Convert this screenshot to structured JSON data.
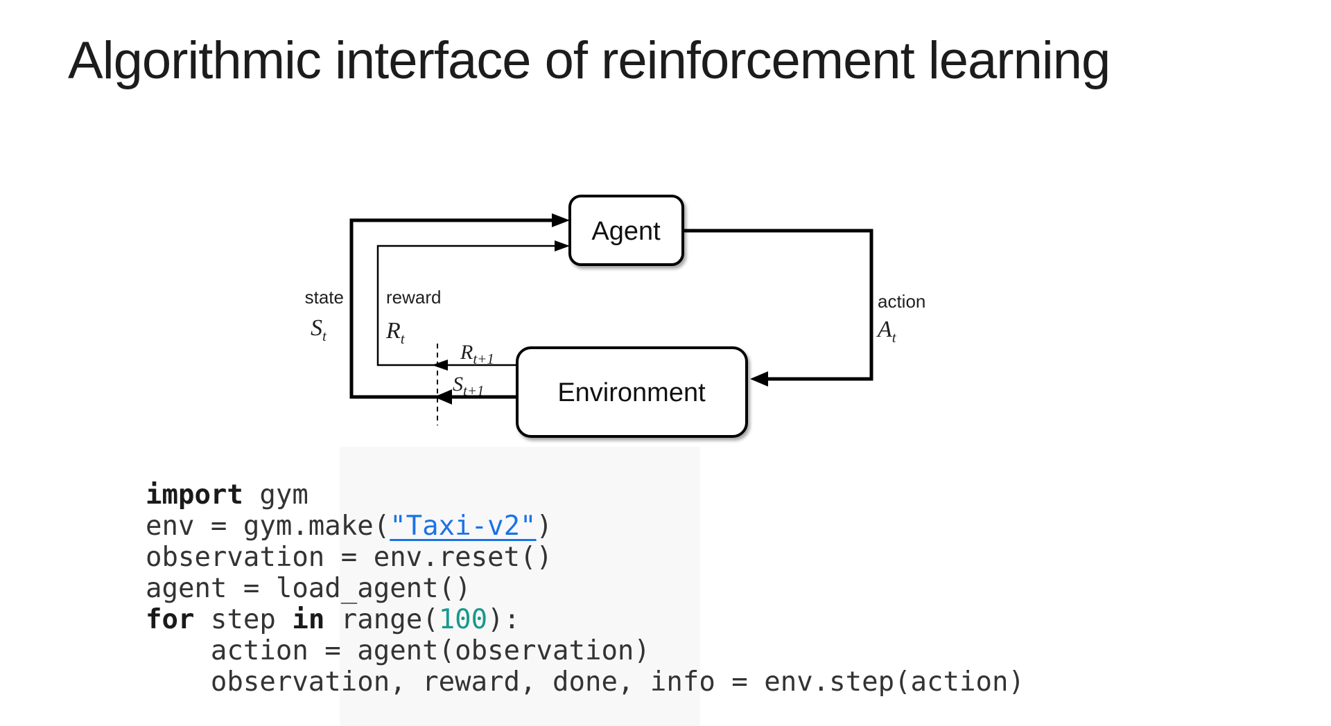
{
  "slide": {
    "title": "Algorithmic interface of reinforcement learning"
  },
  "diagram": {
    "agent_label": "Agent",
    "environment_label": "Environment",
    "state_label": "state",
    "state_symbol": "S",
    "state_sub": "t",
    "reward_label": "reward",
    "reward_symbol": "R",
    "reward_sub": "t",
    "action_label": "action",
    "action_symbol": "A",
    "action_sub": "t",
    "next_reward_symbol": "R",
    "next_reward_sub": "t+1",
    "next_state_symbol": "S",
    "next_state_sub": "t+1"
  },
  "code": {
    "lines": [
      {
        "tokens": [
          {
            "t": "import",
            "c": "kw"
          },
          {
            "t": " gym",
            "c": "pl"
          }
        ]
      },
      {
        "tokens": [
          {
            "t": "env = gym.make(",
            "c": "pl"
          },
          {
            "t": "\"Taxi-v2\"",
            "c": "lk"
          },
          {
            "t": ")",
            "c": "pl"
          }
        ]
      },
      {
        "tokens": [
          {
            "t": "observation = env.reset()",
            "c": "pl"
          }
        ]
      },
      {
        "tokens": [
          {
            "t": "agent = load_agent()",
            "c": "pl"
          }
        ]
      },
      {
        "tokens": [
          {
            "t": "for",
            "c": "kw"
          },
          {
            "t": " step ",
            "c": "pl"
          },
          {
            "t": "in",
            "c": "kw"
          },
          {
            "t": " range(",
            "c": "pl"
          },
          {
            "t": "100",
            "c": "nm"
          },
          {
            "t": "):",
            "c": "pl"
          }
        ]
      },
      {
        "tokens": [
          {
            "t": "    action = agent(observation)",
            "c": "pl"
          }
        ]
      },
      {
        "tokens": [
          {
            "t": "    observation, reward, done, info = env.step(action)",
            "c": "pl"
          }
        ]
      }
    ]
  },
  "colors": {
    "page_background": "#ffffff",
    "title_text": "#1c1c1c",
    "code_text": "#333333",
    "keyword_text": "#1a1a1a",
    "link_blue": "#1a73e8",
    "number_teal": "#17998c",
    "diagram_stroke": "#000000"
  }
}
